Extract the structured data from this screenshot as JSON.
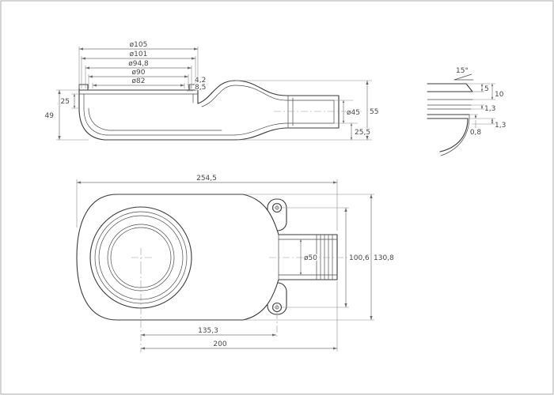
{
  "drawing": {
    "type": "technical-drawing",
    "subject": "shower-drain-siphon",
    "colors": {
      "background": "#ffffff",
      "line": "#3a3a3a",
      "dimension": "#777777",
      "text": "#474747"
    },
    "views": {
      "section": {
        "name": "side-section-view",
        "dims": {
          "dia105": "ø105",
          "dia101": "ø101",
          "dia94_8": "ø94,8",
          "dia90": "ø90",
          "dia82": "ø82",
          "t4_2": "4,2",
          "t8_5": "8,5",
          "h25": "25",
          "h49": "49",
          "dia45": "ø45",
          "h55": "55",
          "h25_5": "25,5"
        }
      },
      "detail": {
        "name": "rim-edge-detail-view",
        "dims": {
          "angle15": "15°",
          "t5": "5",
          "t10": "10",
          "t1_3_a": "1,3",
          "t0_8": "0,8",
          "t1_3_b": "1,3"
        }
      },
      "plan": {
        "name": "top-plan-view",
        "dims": {
          "w254_5": "254,5",
          "dia50": "ø50",
          "h100_6": "100,6",
          "h130_8": "130,8",
          "w135_3": "135,3",
          "w200": "200"
        }
      }
    }
  }
}
